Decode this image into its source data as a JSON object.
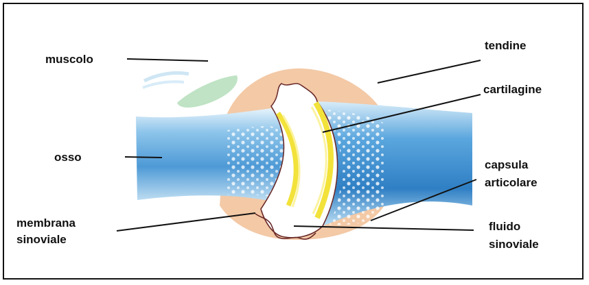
{
  "labels": {
    "muscolo": "muscolo",
    "osso": "osso",
    "membrana": "membrana",
    "sinoviale": "sinoviale",
    "tendine": "tendine",
    "cartilagine": "cartilagine",
    "capsula": "capsula",
    "articolare": "articolare",
    "fluido": "fluido",
    "fluido_sinoviale": "sinoviale"
  },
  "colors": {
    "bone": "#5aa6de",
    "bone_light": "#cfe8f7",
    "capsule": "#f3c9a6",
    "cartilage": "#f2e23a",
    "muscle": "#bfe3c4",
    "line": "#111111"
  }
}
